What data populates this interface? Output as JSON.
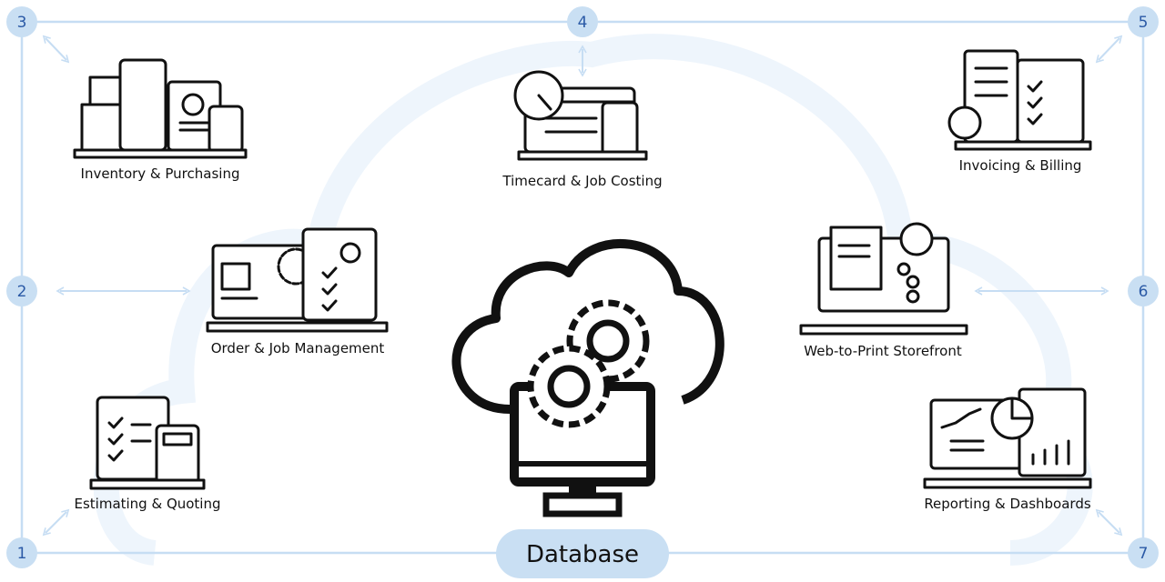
{
  "colors": {
    "line": "#c6ddf3",
    "circle": "#c9dff3",
    "number": "#2b5aa6",
    "cloud_bg": "#eef5fc",
    "icon": "#111111"
  },
  "center": {
    "label": "Database",
    "icon": "cloud-gears-monitor-icon"
  },
  "nodes": [
    {
      "number": "1"
    },
    {
      "number": "2"
    },
    {
      "number": "3"
    },
    {
      "number": "4"
    },
    {
      "number": "5"
    },
    {
      "number": "6"
    },
    {
      "number": "7"
    }
  ],
  "modules": [
    {
      "label": "Inventory & Purchasing",
      "icon": "boxes-clipboard-calculator-icon"
    },
    {
      "label": "Timecard & Job Costing",
      "icon": "stopwatch-calendar-calculator-icon"
    },
    {
      "label": "Invoicing & Billing",
      "icon": "receipt-checklist-icon"
    },
    {
      "label": "Order & Job Management",
      "icon": "monitor-gear-clipboard-icon"
    },
    {
      "label": "Web-to-Print Storefront",
      "icon": "monitor-document-wifi-icon"
    },
    {
      "label": "Estimating & Quoting",
      "icon": "checklist-calculator-icon"
    },
    {
      "label": "Reporting & Dashboards",
      "icon": "monitor-charts-icon"
    }
  ]
}
